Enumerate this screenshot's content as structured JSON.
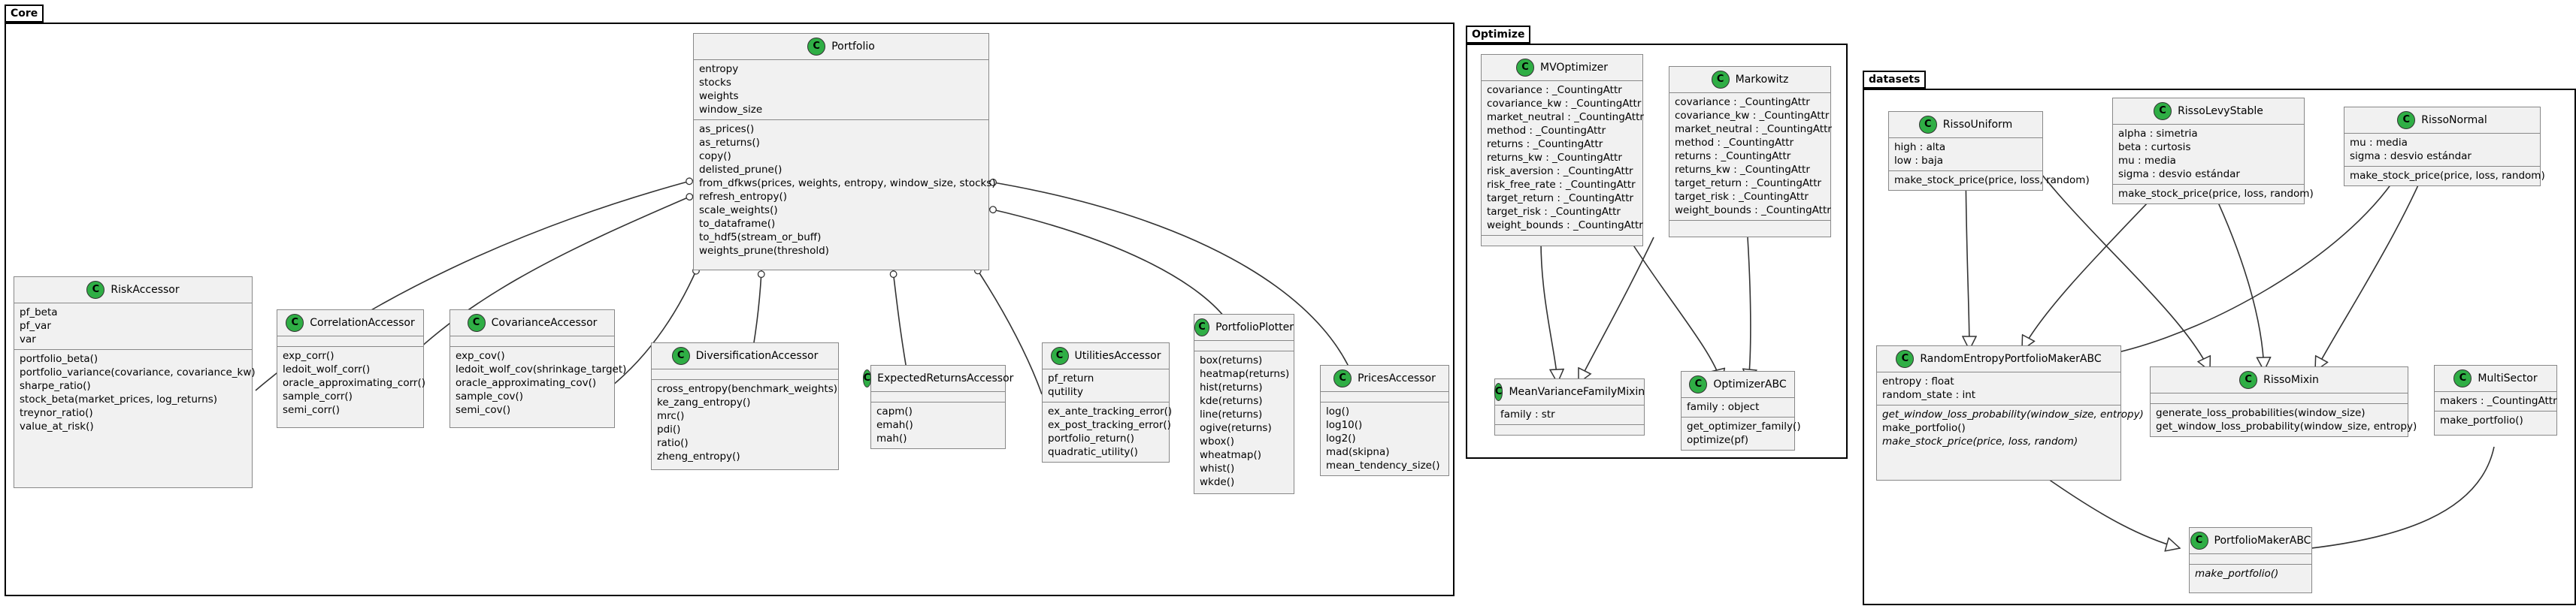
{
  "packages": {
    "core": "Core",
    "optimize": "Optimize",
    "datasets": "datasets"
  },
  "classes": {
    "portfolio": {
      "name": "Portfolio",
      "icon": "C",
      "fields": [
        "entropy",
        "stocks",
        "weights",
        "window_size"
      ],
      "methods": [
        "as_prices()",
        "as_returns()",
        "copy()",
        "delisted_prune()",
        "from_dfkws(prices, weights, entropy, window_size, stocks)",
        "refresh_entropy()",
        "scale_weights()",
        "to_dataframe()",
        "to_hdf5(stream_or_buff)",
        "weights_prune(threshold)"
      ]
    },
    "risk": {
      "name": "RiskAccessor",
      "icon": "C",
      "fields": [
        "pf_beta",
        "pf_var",
        "var"
      ],
      "methods": [
        "portfolio_beta()",
        "portfolio_variance(covariance, covariance_kw)",
        "sharpe_ratio()",
        "stock_beta(market_prices, log_returns)",
        "treynor_ratio()",
        "value_at_risk()"
      ]
    },
    "correlation": {
      "name": "CorrelationAccessor",
      "icon": "C",
      "fields": [],
      "methods": [
        "exp_corr()",
        "ledoit_wolf_corr()",
        "oracle_approximating_corr()",
        "sample_corr()",
        "semi_corr()"
      ]
    },
    "covariance": {
      "name": "CovarianceAccessor",
      "icon": "C",
      "fields": [],
      "methods": [
        "exp_cov()",
        "ledoit_wolf_cov(shrinkage_target)",
        "oracle_approximating_cov()",
        "sample_cov()",
        "semi_cov()"
      ]
    },
    "diversification": {
      "name": "DiversificationAccessor",
      "icon": "C",
      "fields": [],
      "methods": [
        "cross_entropy(benchmark_weights)",
        "ke_zang_entropy()",
        "mrc()",
        "pdi()",
        "ratio()",
        "zheng_entropy()"
      ]
    },
    "expected": {
      "name": "ExpectedReturnsAccessor",
      "icon": "C",
      "fields": [],
      "methods": [
        "capm()",
        "emah()",
        "mah()"
      ]
    },
    "utilities": {
      "name": "UtilitiesAccessor",
      "icon": "C",
      "fields": [
        "pf_return",
        "qutility"
      ],
      "methods": [
        "ex_ante_tracking_error()",
        "ex_post_tracking_error()",
        "portfolio_return()",
        "quadratic_utility()"
      ]
    },
    "plotter": {
      "name": "PortfolioPlotter",
      "icon": "C",
      "fields": [],
      "methods": [
        "box(returns)",
        "heatmap(returns)",
        "hist(returns)",
        "kde(returns)",
        "line(returns)",
        "ogive(returns)",
        "wbox()",
        "wheatmap()",
        "whist()",
        "wkde()"
      ]
    },
    "prices": {
      "name": "PricesAccessor",
      "icon": "C",
      "fields": [],
      "methods": [
        "log()",
        "log10()",
        "log2()",
        "mad(skipna)",
        "mean_tendency_size()"
      ]
    },
    "mvoptimizer": {
      "name": "MVOptimizer",
      "icon": "C",
      "fields": [
        "covariance : _CountingAttr",
        "covariance_kw : _CountingAttr",
        "market_neutral : _CountingAttr",
        "method : _CountingAttr",
        "returns : _CountingAttr",
        "returns_kw : _CountingAttr",
        "risk_aversion : _CountingAttr",
        "risk_free_rate : _CountingAttr",
        "target_return : _CountingAttr",
        "target_risk : _CountingAttr",
        "weight_bounds : _CountingAttr"
      ],
      "methods": []
    },
    "markowitz": {
      "name": "Markowitz",
      "icon": "C",
      "fields": [
        "covariance : _CountingAttr",
        "covariance_kw : _CountingAttr",
        "market_neutral : _CountingAttr",
        "method : _CountingAttr",
        "returns : _CountingAttr",
        "returns_kw : _CountingAttr",
        "target_return : _CountingAttr",
        "target_risk : _CountingAttr",
        "weight_bounds : _CountingAttr"
      ],
      "methods": []
    },
    "meanvariance": {
      "name": "MeanVarianceFamilyMixin",
      "icon": "C",
      "fields": [
        "family : str"
      ],
      "methods": []
    },
    "optimizerabc": {
      "name": "OptimizerABC",
      "icon": "C",
      "fields": [
        "family : object"
      ],
      "methods": [
        "get_optimizer_family()",
        "optimize(pf)"
      ]
    },
    "rissouniform": {
      "name": "RissoUniform",
      "icon": "C",
      "fields": [
        "high : alta",
        "low : baja"
      ],
      "methods": [
        "make_stock_price(price, loss, random)"
      ]
    },
    "rissolevy": {
      "name": "RissoLevyStable",
      "icon": "C",
      "fields": [
        "alpha : simetria",
        "beta : curtosis",
        "mu : media",
        "sigma : desvio estándar"
      ],
      "methods": [
        "make_stock_price(price, loss, random)"
      ]
    },
    "rissonormal": {
      "name": "RissoNormal",
      "icon": "C",
      "fields": [
        "mu : media",
        "sigma : desvio estándar"
      ],
      "methods": [
        "make_stock_price(price, loss, random)"
      ]
    },
    "randomentropy": {
      "name": "RandomEntropyPortfolioMakerABC",
      "icon": "C",
      "fields": [
        "entropy : float",
        "random_state : int"
      ],
      "methods": [
        "get_window_loss_probability(window_size, entropy)",
        "make_portfolio()",
        "make_stock_price(price, loss, random)"
      ],
      "abstract_methods": [
        0,
        2
      ]
    },
    "rissomixin": {
      "name": "RissoMixin",
      "icon": "C",
      "fields": [],
      "methods": [
        "generate_loss_probabilities(window_size)",
        "get_window_loss_probability(window_size, entropy)"
      ]
    },
    "multisector": {
      "name": "MultiSector",
      "icon": "C",
      "fields": [
        "makers : _CountingAttr"
      ],
      "methods": [
        "make_portfolio()"
      ]
    },
    "portfoliomaker": {
      "name": "PortfolioMakerABC",
      "icon": "C",
      "fields": [],
      "methods": [
        "make_portfolio()"
      ],
      "abstract_methods": [
        0
      ]
    }
  },
  "colors": {
    "class_bg": "#f1f1f1",
    "class_border": "#888888",
    "icon": "#2fae45",
    "edge": "#333333"
  }
}
